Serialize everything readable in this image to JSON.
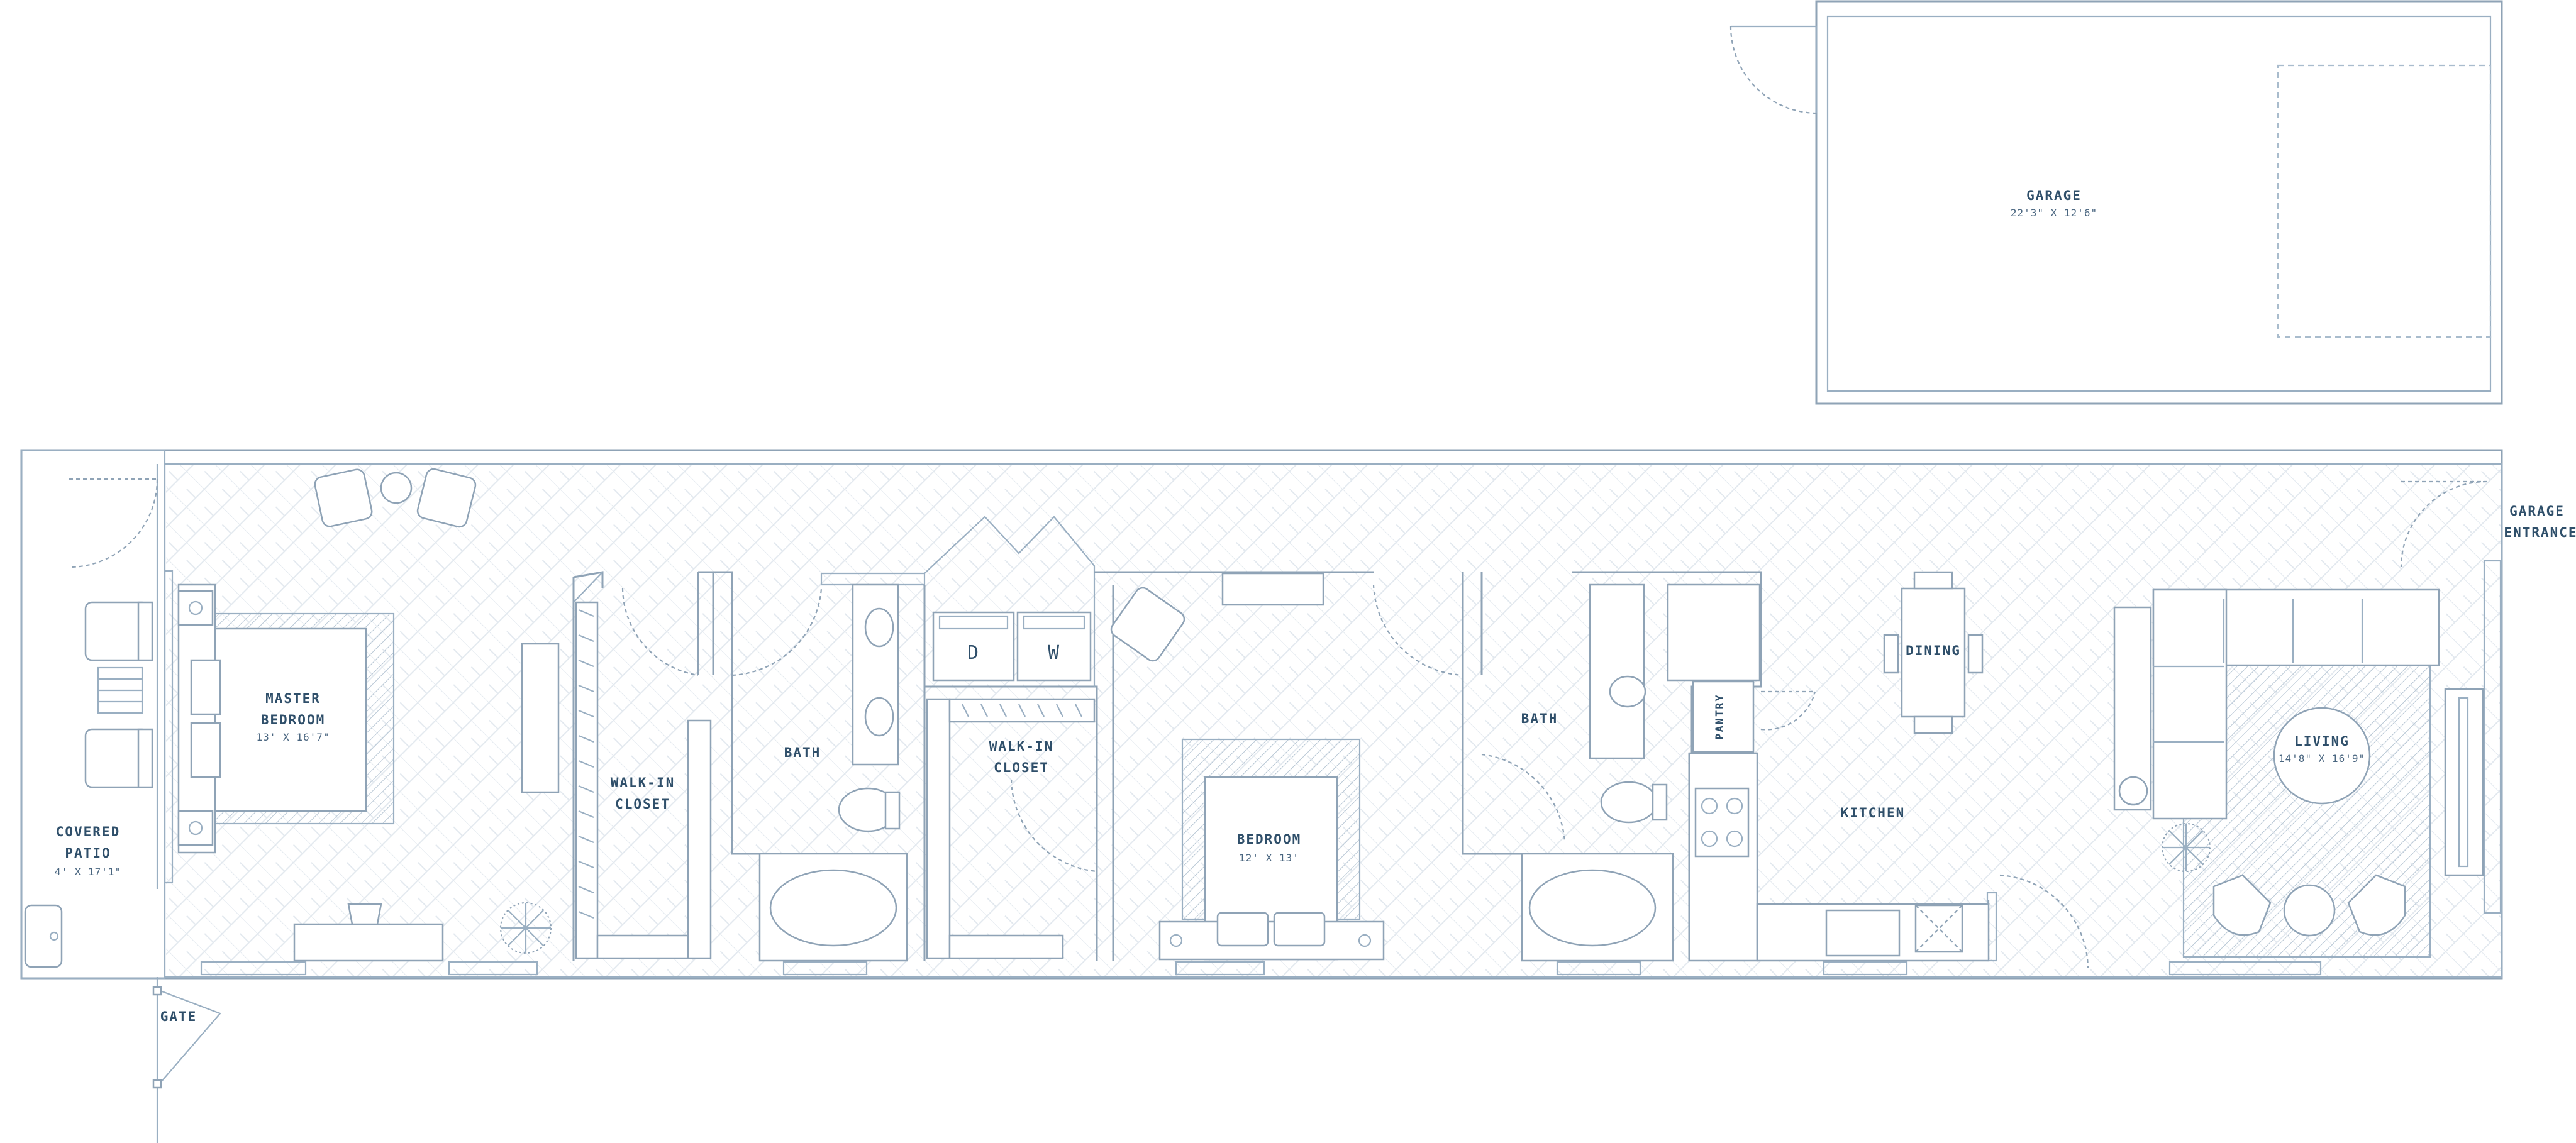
{
  "floorplan": {
    "rooms": {
      "garage": {
        "name": "GARAGE",
        "dims": "22'3\" X 12'6\""
      },
      "garage_entrance": {
        "line1": "GARAGE",
        "line2": "ENTRANCE"
      },
      "covered_patio": {
        "line1": "COVERED",
        "line2": "PATIO",
        "dims": "4' X 17'1\""
      },
      "gate": {
        "name": "GATE"
      },
      "master_bedroom": {
        "line1": "MASTER",
        "line2": "BEDROOM",
        "dims": "13' X 16'7\""
      },
      "walkin_closet_1": {
        "line1": "WALK-IN",
        "line2": "CLOSET"
      },
      "bath_1": {
        "name": "BATH"
      },
      "walkin_closet_2": {
        "line1": "WALK-IN",
        "line2": "CLOSET"
      },
      "bedroom": {
        "name": "BEDROOM",
        "dims": "12' X 13'"
      },
      "bath_2": {
        "name": "BATH"
      },
      "pantry": {
        "name": "PANTRY"
      },
      "dining": {
        "name": "DINING"
      },
      "kitchen": {
        "name": "KITCHEN"
      },
      "living": {
        "name": "LIVING",
        "dims": "14'8\" X 16'9\""
      }
    },
    "appliances": {
      "dryer": "D",
      "washer": "W"
    },
    "colors": {
      "wall": "#8fa3b6",
      "label": "#2f4f6a",
      "hatch": "#c9d5e0"
    }
  }
}
